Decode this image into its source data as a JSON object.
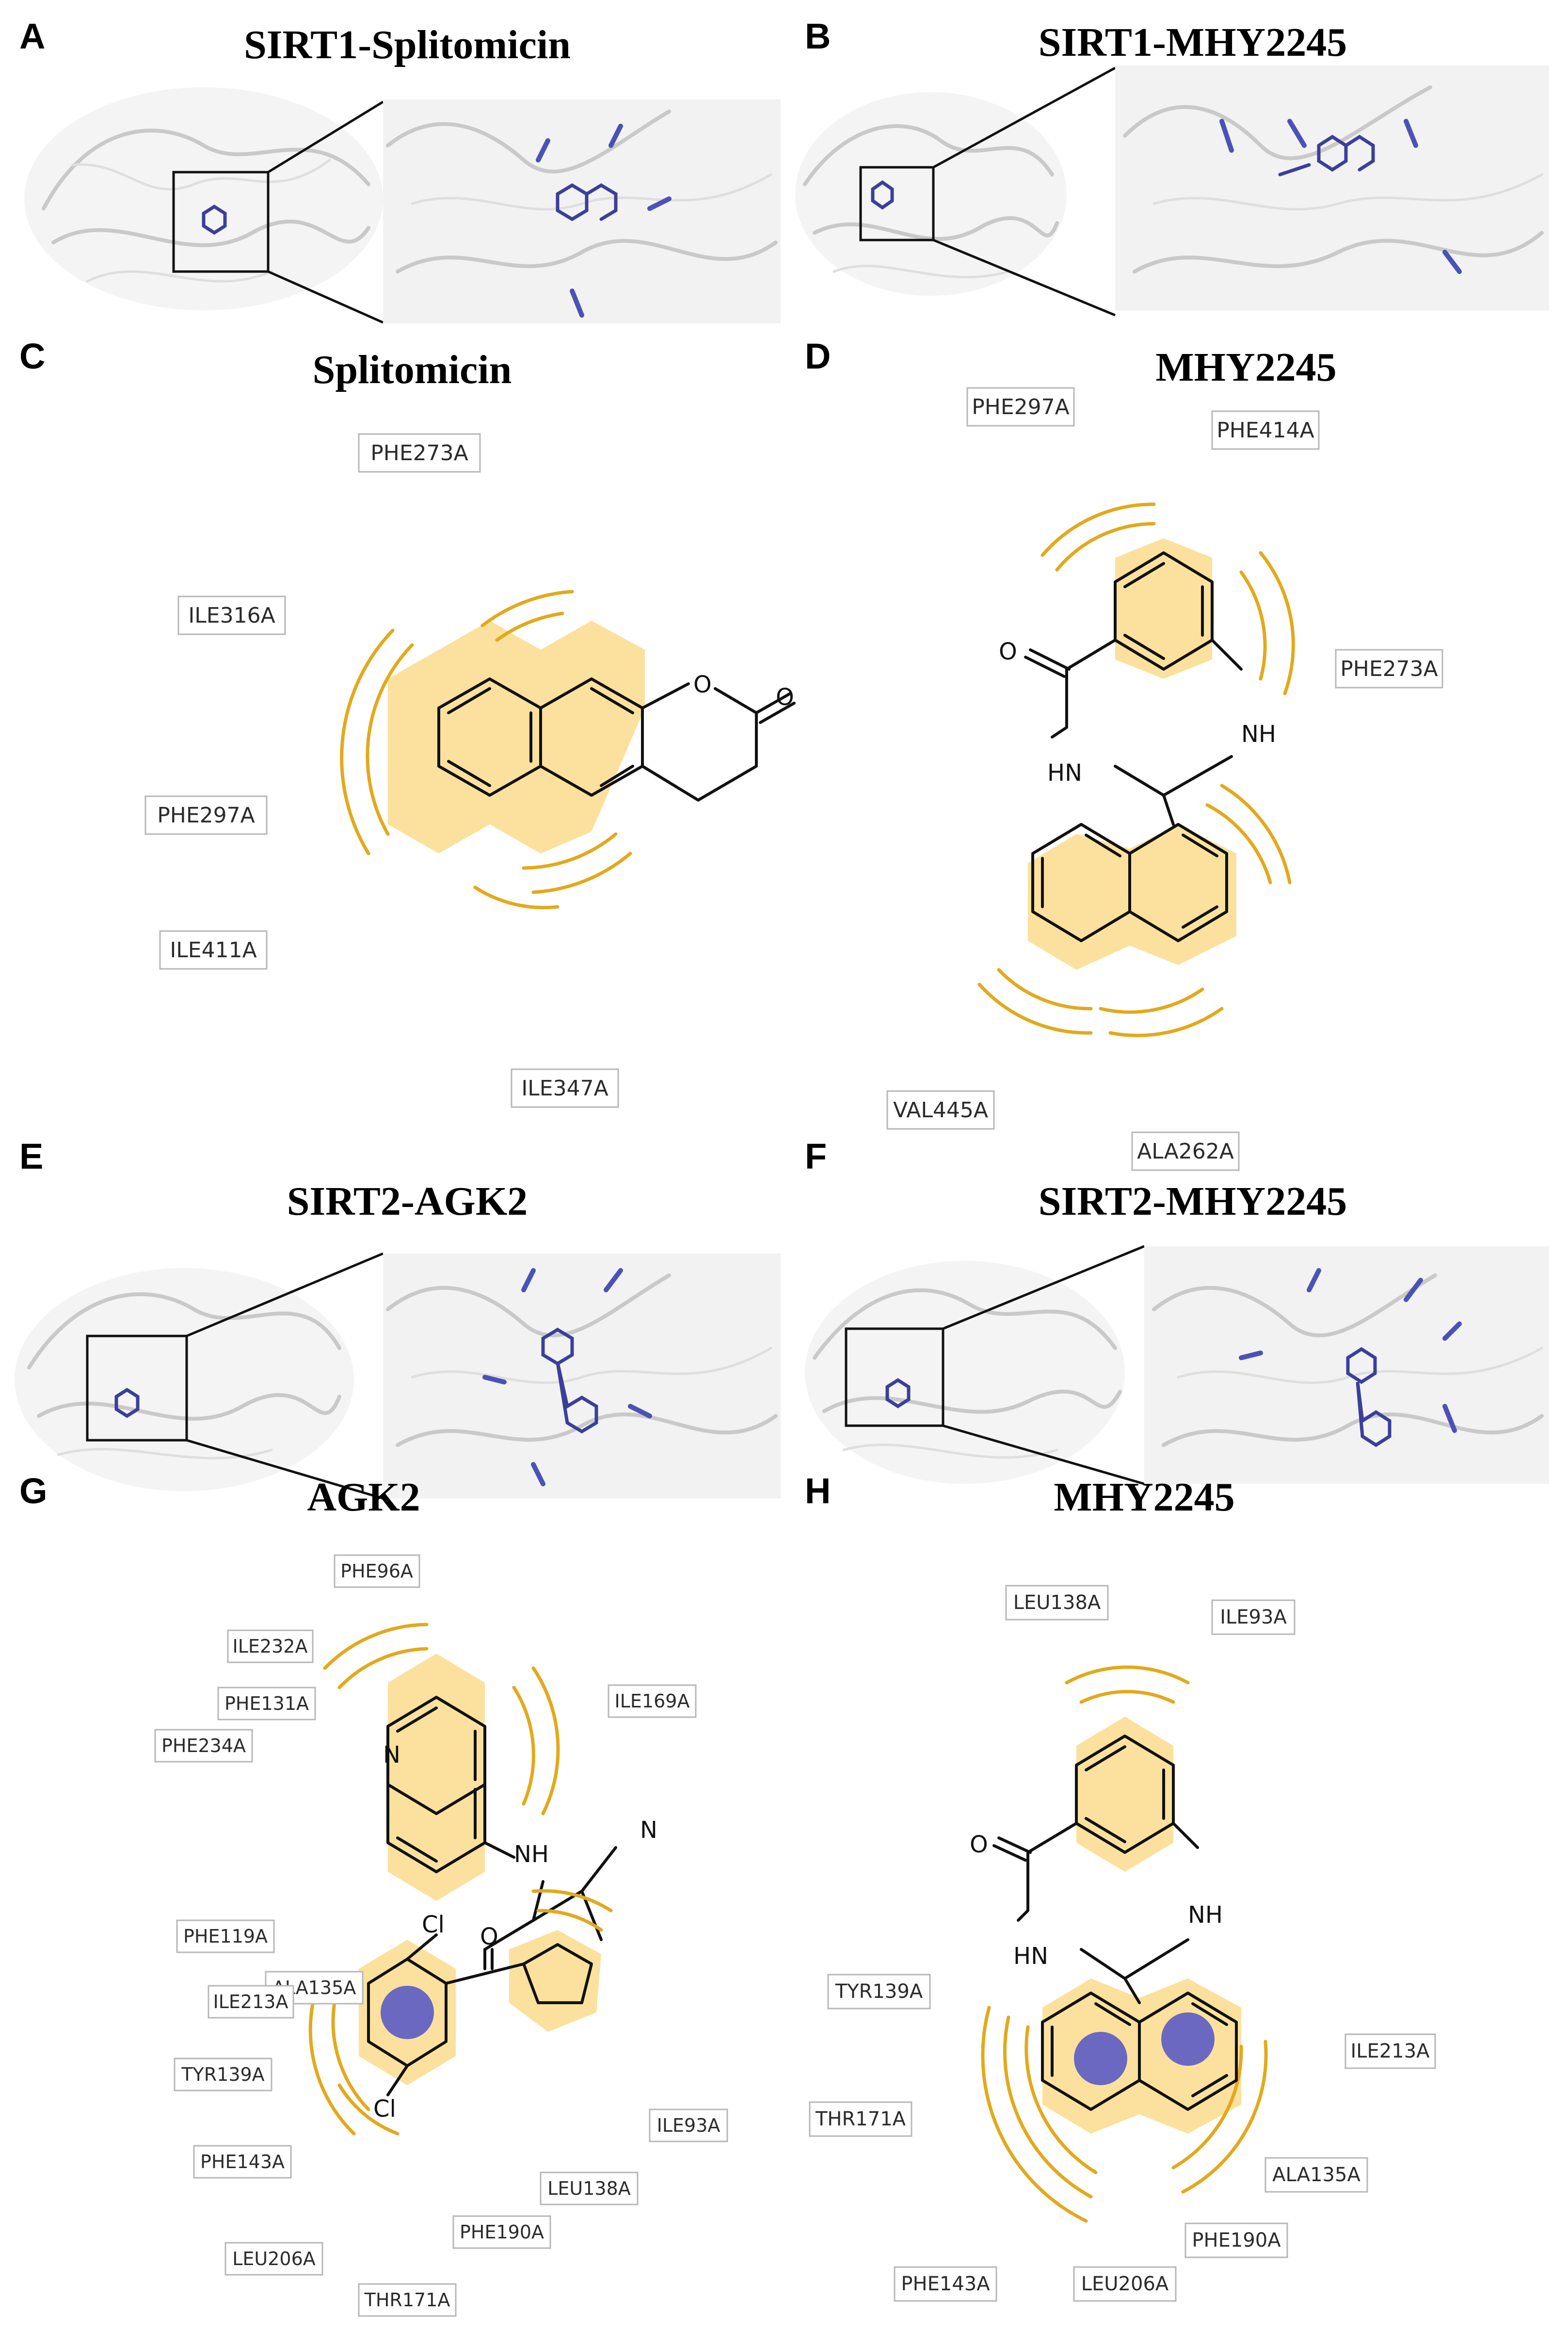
{
  "panels": {
    "A": {
      "letter": "A",
      "title": "SIRT1-Splitomicin"
    },
    "B": {
      "letter": "B",
      "title": "SIRT1-MHY2245"
    },
    "C": {
      "letter": "C",
      "title": "Splitomicin",
      "residues": [
        "PHE273A",
        "ILE316A",
        "PHE297A",
        "ILE411A",
        "ILE347A"
      ]
    },
    "D": {
      "letter": "D",
      "title": "MHY2245",
      "residues": [
        "PHE297A",
        "PHE414A",
        "PHE273A",
        "VAL445A",
        "ALA262A"
      ]
    },
    "E": {
      "letter": "E",
      "title": "SIRT2-AGK2"
    },
    "F": {
      "letter": "F",
      "title": "SIRT2-MHY2245"
    },
    "G": {
      "letter": "G",
      "title": "AGK2",
      "residues": [
        "PHE96A",
        "ILE232A",
        "PHE131A",
        "PHE234A",
        "ILE169A",
        "PHE119A",
        "ALA135A",
        "ILE213A",
        "TYR139A",
        "PHE143A",
        "ILE93A",
        "LEU138A",
        "PHE190A",
        "LEU206A",
        "THR171A"
      ]
    },
    "H": {
      "letter": "H",
      "title": "MHY2245",
      "residues": [
        "LEU138A",
        "ILE93A",
        "TYR139A",
        "ILE213A",
        "THR171A",
        "ALA135A",
        "PHE190A",
        "PHE143A",
        "LEU206A"
      ]
    }
  },
  "atoms": {
    "O": "O",
    "NH": "NH",
    "HN": "HN",
    "N": "N",
    "Cl": "Cl"
  },
  "colors": {
    "hydrophobic": "#f7c94c",
    "arc": "#e3a91c",
    "pi_stack": "#5b5bc6",
    "residue_3d": "#4a52b8"
  }
}
